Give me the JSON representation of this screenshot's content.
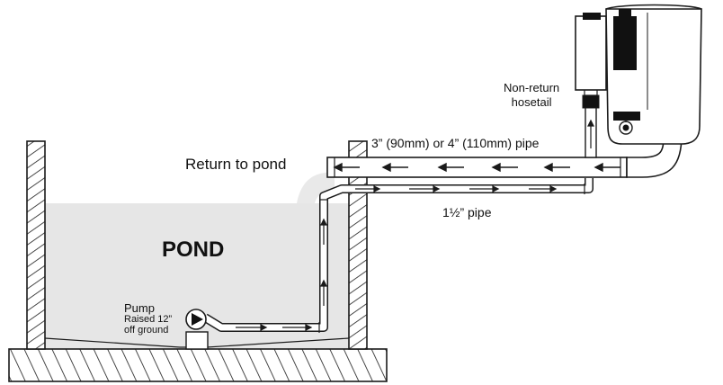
{
  "labels": {
    "pond": "POND",
    "return_to_pond": "Return to pond",
    "large_pipe": "3” (90mm) or 4” (110mm) pipe",
    "small_pipe": "1½” pipe",
    "non_return_line1": "Non-return",
    "non_return_line2": "hosetail",
    "pump": "Pump",
    "pump_raised_line1": "Raised 12”",
    "pump_raised_line2": "off ground"
  },
  "colors": {
    "stroke": "#1a1a1a",
    "water": "#e6e6e6",
    "pipe_fill": "#ffffff",
    "filter_body": "#ffffff",
    "filter_dark": "#111111"
  },
  "icons": {
    "pump": "pump-icon",
    "flow_arrow": "arrow-icon",
    "filter": "filter-unit-icon"
  }
}
